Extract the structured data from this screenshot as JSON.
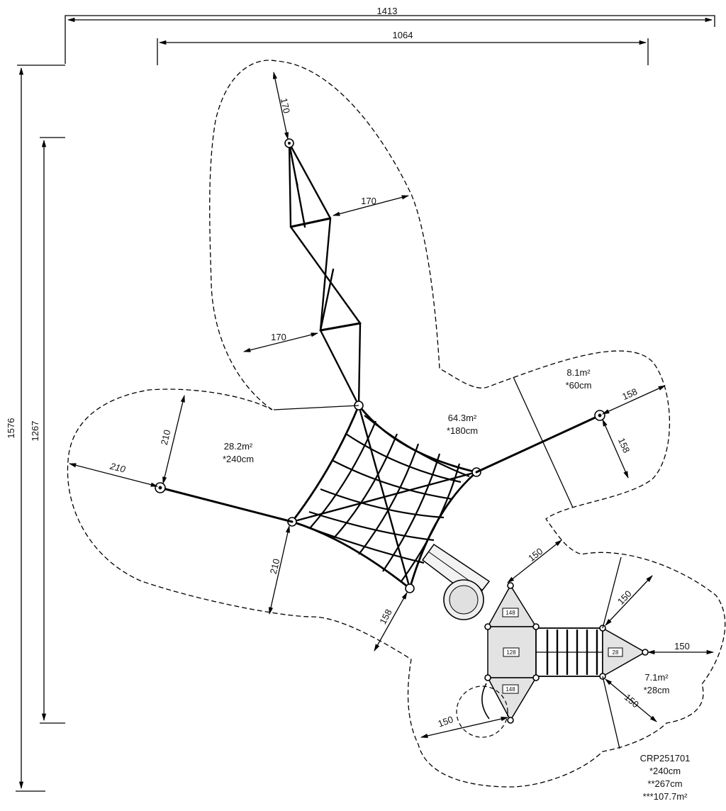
{
  "dimensions": {
    "overall_width": "1413",
    "inner_width": "1064",
    "overall_height": "1576",
    "inner_height": "1267"
  },
  "clearances": {
    "top_1": "170",
    "top_2": "170",
    "top_3": "170",
    "left_1": "210",
    "left_2": "210",
    "left_3": "210",
    "right_1": "158",
    "right_2": "158",
    "bottom_left": "158",
    "tower_1": "150",
    "tower_2": "150",
    "tower_3": "150",
    "tower_4": "150",
    "tower_5": "150"
  },
  "areas": {
    "left_area": "28.2m²",
    "left_height": "*240cm",
    "center_area": "64.3m²",
    "center_height": "*180cm",
    "right_area": "8.1m²",
    "right_height": "*60cm",
    "tower_area": "7.1m²",
    "tower_height": "*28cm"
  },
  "platform_labels": {
    "top_triangle": "148",
    "middle_square": "128",
    "bottom_triangle": "148",
    "right_triangle": "28"
  },
  "info": {
    "product_code": "CRP251701",
    "line_1": "*240cm",
    "line_2": "**267cm",
    "line_3": "***107.7m²"
  }
}
